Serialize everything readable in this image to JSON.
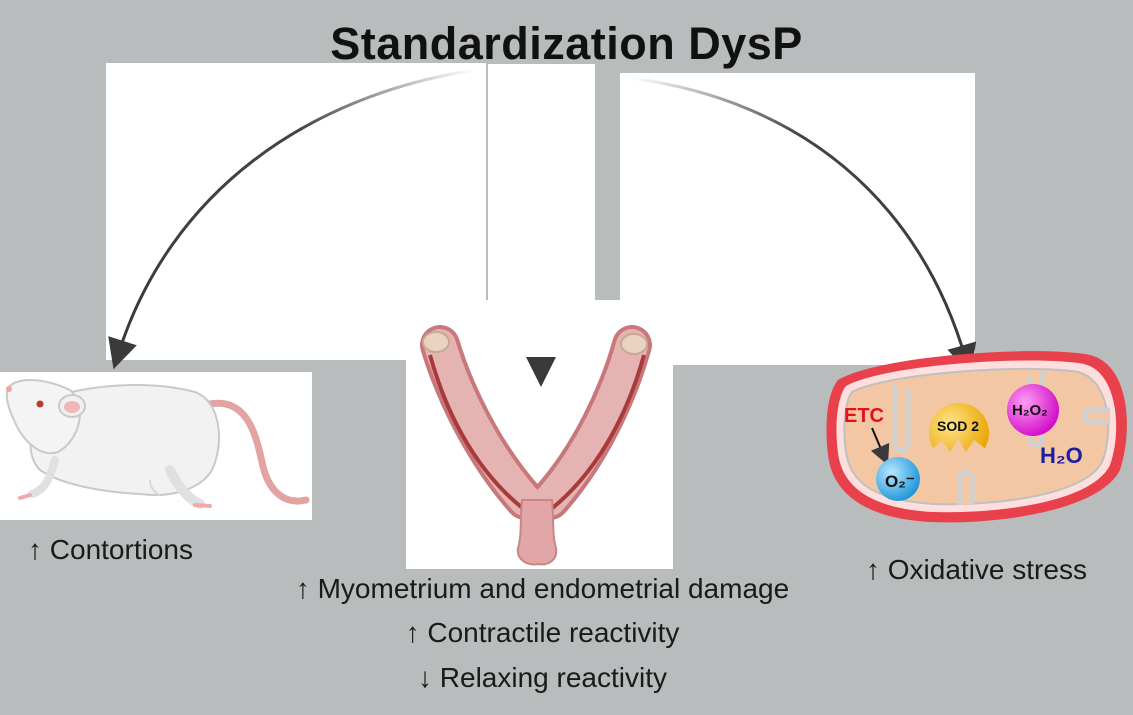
{
  "title": "Standardization DysP",
  "left": {
    "icon": "rat-illustration",
    "caption_arrow": "↑",
    "caption_text": "Contortions"
  },
  "middle": {
    "icon": "uterus-illustration",
    "captions": [
      {
        "arrow": "↑",
        "text": "Myometrium and endometrial damage"
      },
      {
        "arrow": "↑",
        "text": "Contractile reactivity"
      },
      {
        "arrow": "↓",
        "text": "Relaxing reactivity"
      }
    ]
  },
  "right": {
    "icon": "mitochondrion-illustration",
    "labels": {
      "etc": "ETC",
      "sod2": "SOD 2",
      "h2o2": "H₂O₂",
      "o2": "O₂⁻",
      "h2o": "H₂O"
    },
    "caption_arrow": "↑",
    "caption_text": "Oxidative stress"
  },
  "colors": {
    "background": "#b9bcbc",
    "etc_text": "#e4101e",
    "h2o_text": "#1b1fa3",
    "o2_sphere": "#2aa7e8",
    "sod2_sphere": "#f2b611",
    "h2o2_sphere": "#e314d8",
    "mito_outer": "#e8414b",
    "mito_matrix": "#f4c7a4"
  }
}
